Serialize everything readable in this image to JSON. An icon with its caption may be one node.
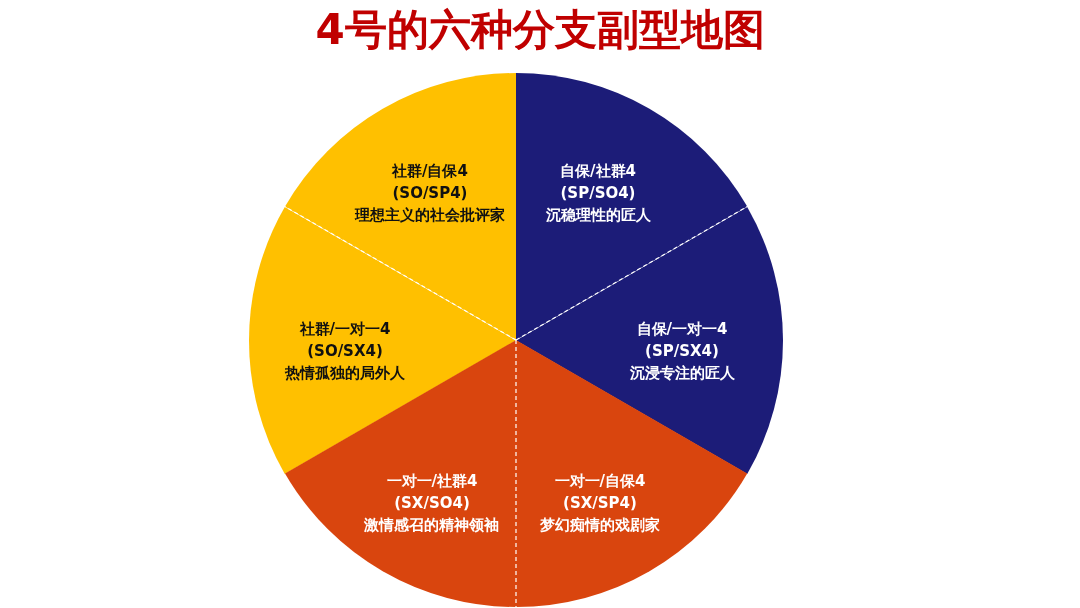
{
  "diagram": {
    "title": "4号的六种分支副型地图",
    "nodes": [
      {
        "text": [
          "社群/自保4",
          "(SO/SP4)",
          "理想主义的社会批评家"
        ]
      },
      {
        "text": [
          "自保/社群4",
          "(SP/SO4)",
          "沉稳理性的匠人"
        ]
      },
      {
        "text": [
          "社群/一对一4",
          "(SO/SX4)",
          "热情孤独的局外人"
        ]
      },
      {
        "text": [
          "自保/一对一4",
          "(SP/SX4)",
          "沉浸专注的匠人"
        ]
      },
      {
        "text": [
          "一对一/社群4",
          "(SX/SO4)",
          "激情感召的精神领袖"
        ]
      },
      {
        "text": [
          "一对一/自保4",
          "(SX/SP4)",
          "梦幻痴情的戏剧家"
        ]
      }
    ]
  }
}
